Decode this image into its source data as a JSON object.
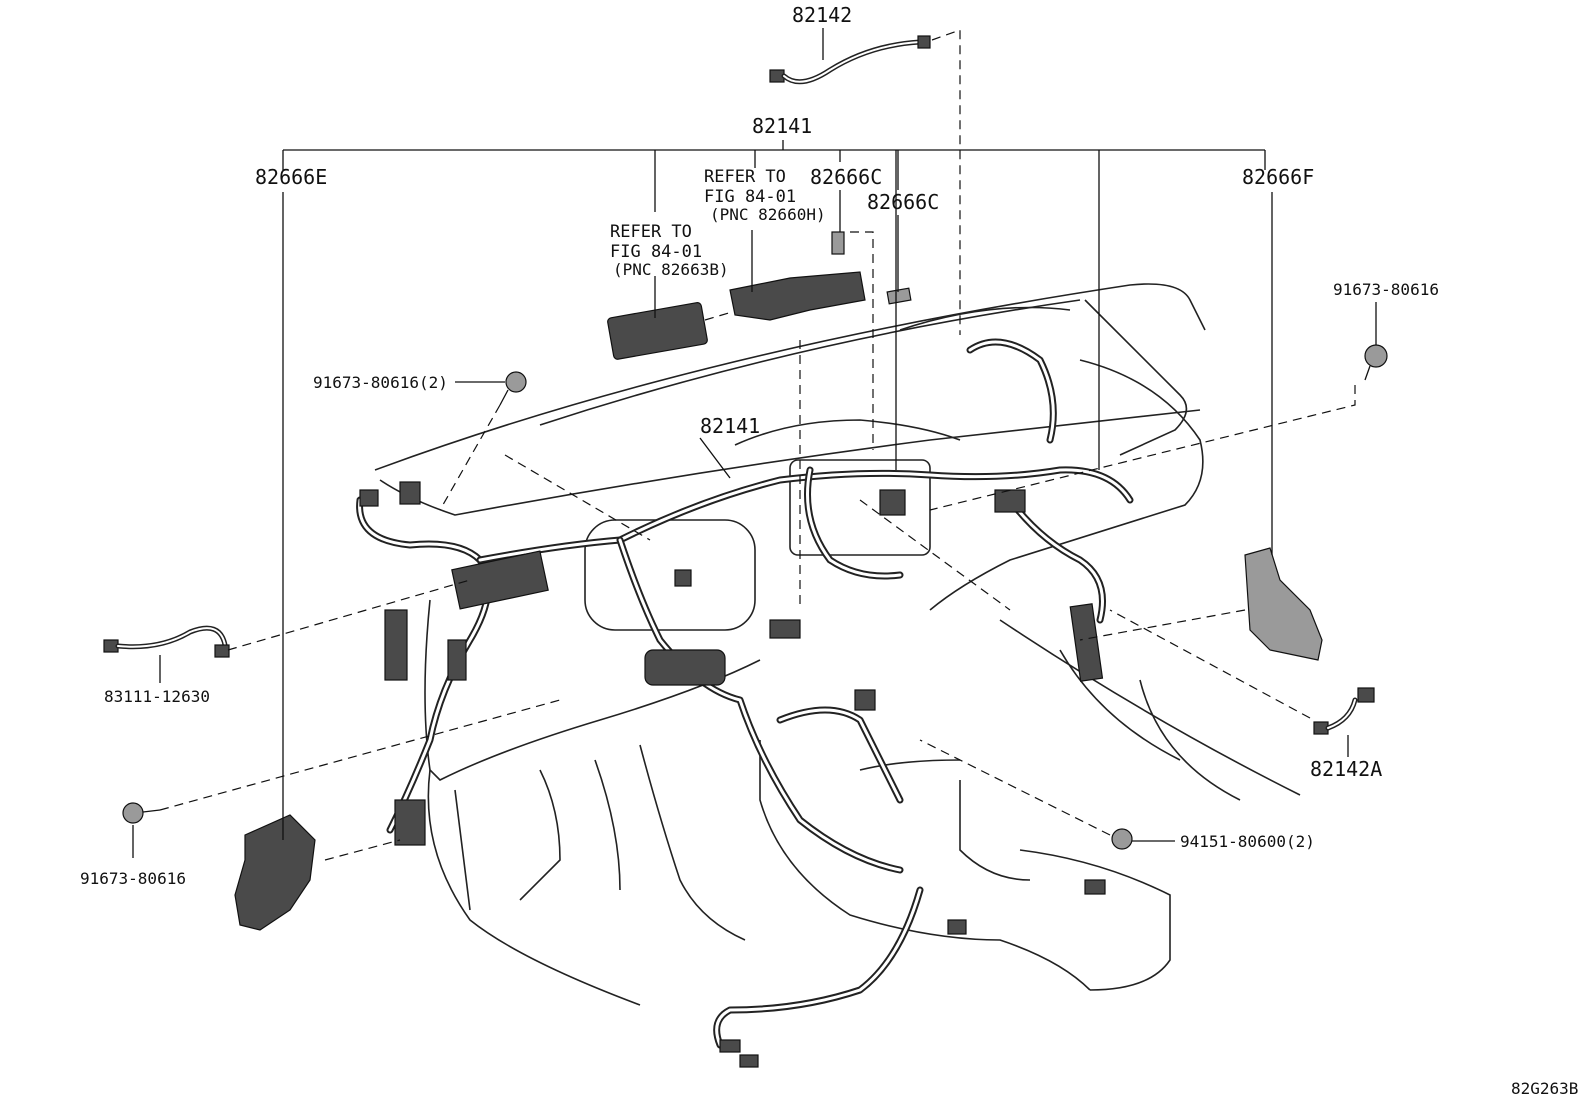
{
  "diagram_code": "82G263B",
  "callouts": {
    "p82142": "82142",
    "p82141_top": "82141",
    "p82141_mid": "82141",
    "p82666E": "82666E",
    "p82666F": "82666F",
    "p82666C_a": "82666C",
    "p82666C_b": "82666C",
    "ref_left_1": "REFER TO",
    "ref_left_2": "FIG 84-01",
    "ref_left_3": "(PNC 82663B)",
    "ref_right_1": "REFER TO",
    "ref_right_2": "FIG 84-01",
    "ref_right_3": "(PNC 82660H)",
    "bolt_left_upper": "91673-80616(2)",
    "bolt_right_upper": "91673-80616",
    "bolt_left_lower": "91673-80616",
    "clip_right": "94151-80600(2)",
    "wire_left": "83111-12630",
    "p82142A": "82142A"
  }
}
